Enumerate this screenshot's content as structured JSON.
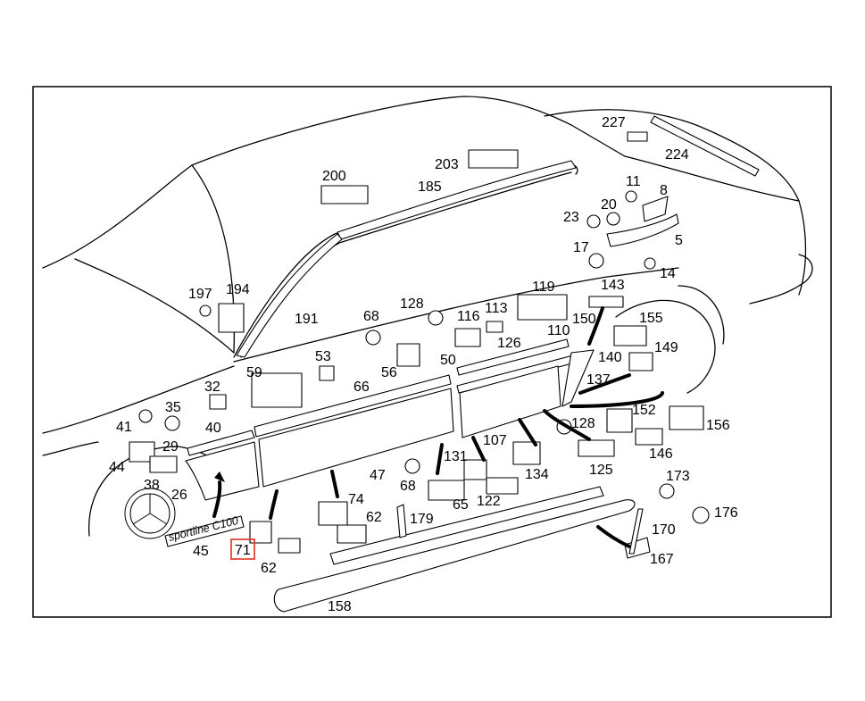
{
  "highlight": {
    "label": "71",
    "color": "#e0321e"
  },
  "badge": {
    "text": "sportline C100"
  },
  "labels": [
    {
      "id": "227",
      "text": "227"
    },
    {
      "id": "224",
      "text": "224"
    },
    {
      "id": "200",
      "text": "200"
    },
    {
      "id": "203",
      "text": "203"
    },
    {
      "id": "185",
      "text": "185"
    },
    {
      "id": "11",
      "text": "11"
    },
    {
      "id": "8",
      "text": "8"
    },
    {
      "id": "20",
      "text": "20"
    },
    {
      "id": "23",
      "text": "23"
    },
    {
      "id": "5",
      "text": "5"
    },
    {
      "id": "17",
      "text": "17"
    },
    {
      "id": "14",
      "text": "14"
    },
    {
      "id": "197",
      "text": "197"
    },
    {
      "id": "194",
      "text": "194"
    },
    {
      "id": "191",
      "text": "191"
    },
    {
      "id": "68a",
      "text": "68"
    },
    {
      "id": "128a",
      "text": "128"
    },
    {
      "id": "116",
      "text": "116"
    },
    {
      "id": "113",
      "text": "113"
    },
    {
      "id": "119",
      "text": "119"
    },
    {
      "id": "143",
      "text": "143"
    },
    {
      "id": "150",
      "text": "150"
    },
    {
      "id": "155",
      "text": "155"
    },
    {
      "id": "110",
      "text": "110"
    },
    {
      "id": "126",
      "text": "126"
    },
    {
      "id": "149",
      "text": "149"
    },
    {
      "id": "53",
      "text": "53"
    },
    {
      "id": "56",
      "text": "56"
    },
    {
      "id": "50",
      "text": "50"
    },
    {
      "id": "140",
      "text": "140"
    },
    {
      "id": "59",
      "text": "59"
    },
    {
      "id": "32",
      "text": "32"
    },
    {
      "id": "66",
      "text": "66"
    },
    {
      "id": "137",
      "text": "137"
    },
    {
      "id": "35",
      "text": "35"
    },
    {
      "id": "41",
      "text": "41"
    },
    {
      "id": "40",
      "text": "40"
    },
    {
      "id": "152",
      "text": "152"
    },
    {
      "id": "156",
      "text": "156"
    },
    {
      "id": "128b",
      "text": "128"
    },
    {
      "id": "29",
      "text": "29"
    },
    {
      "id": "107",
      "text": "107"
    },
    {
      "id": "146",
      "text": "146"
    },
    {
      "id": "44",
      "text": "44"
    },
    {
      "id": "131",
      "text": "131"
    },
    {
      "id": "134",
      "text": "134"
    },
    {
      "id": "125",
      "text": "125"
    },
    {
      "id": "47",
      "text": "47"
    },
    {
      "id": "38",
      "text": "38"
    },
    {
      "id": "173",
      "text": "173"
    },
    {
      "id": "68b",
      "text": "68"
    },
    {
      "id": "26",
      "text": "26"
    },
    {
      "id": "74",
      "text": "74"
    },
    {
      "id": "65",
      "text": "65"
    },
    {
      "id": "122",
      "text": "122"
    },
    {
      "id": "176",
      "text": "176"
    },
    {
      "id": "179",
      "text": "179"
    },
    {
      "id": "62a",
      "text": "62"
    },
    {
      "id": "170",
      "text": "170"
    },
    {
      "id": "45",
      "text": "45"
    },
    {
      "id": "71",
      "text": "71"
    },
    {
      "id": "167",
      "text": "167"
    },
    {
      "id": "62b",
      "text": "62"
    },
    {
      "id": "158",
      "text": "158"
    }
  ]
}
